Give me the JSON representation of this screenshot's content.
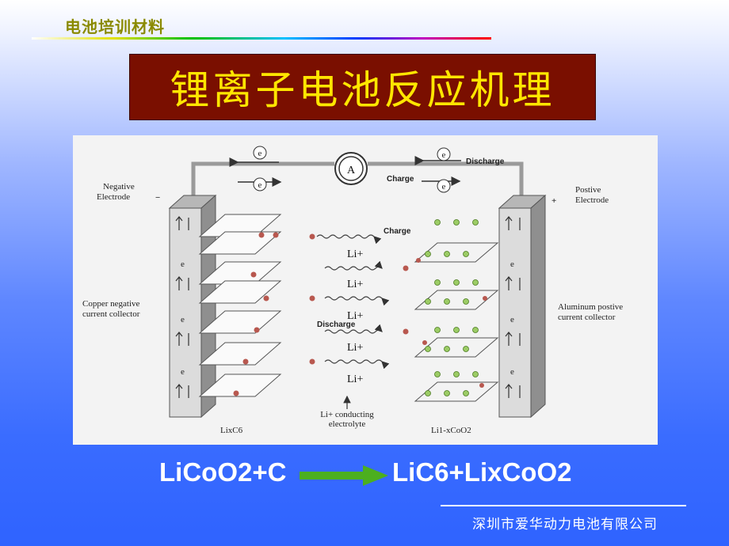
{
  "header": {
    "title": "电池培训材料"
  },
  "slide": {
    "title": "锂离子电池反应机理"
  },
  "diagram": {
    "negative_electrode": "Negative Electrode",
    "negative_sign": "−",
    "positive_electrode": "Postive Electrode",
    "positive_sign": "+",
    "ammeter": "A",
    "electron": "e",
    "charge": "Charge",
    "discharge": "Discharge",
    "copper_collector": "Copper negative current collector",
    "aluminum_collector": "Aluminum postive current collector",
    "ion": "Li+",
    "electrolyte": "Li+ conducting electrolyte",
    "anode_label": "LixC6",
    "cathode_label": "Li1-xCoO2"
  },
  "equation": {
    "left": "LiCoO2+C",
    "right": "LiC6+LixCoO2",
    "arrow_color": "#4caf1f"
  },
  "footer": {
    "company": "深圳市爱华动力电池有限公司"
  }
}
